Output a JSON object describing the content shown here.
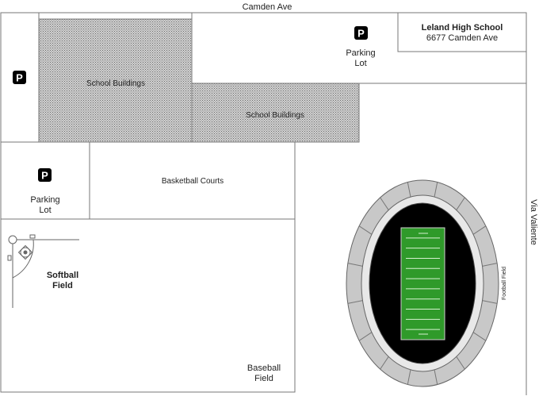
{
  "streets": {
    "north": "Camden Ave",
    "east": "Via Valiente"
  },
  "school": {
    "name": "Leland High School",
    "address": "6677 Camden Ave"
  },
  "areas": {
    "buildings_left": "School Buildings",
    "buildings_right": "School Buildings",
    "basketball": "Basketball Courts",
    "softball_line1": "Softball",
    "softball_line2": "Field",
    "baseball_line1": "Baseball",
    "baseball_line2": "Field",
    "football": "Football Field"
  },
  "parking": {
    "symbol": "P",
    "line1": "Parking",
    "line2": "Lot"
  },
  "colors": {
    "turf": "#2f9a2a",
    "track_gray": "#c8c8c8",
    "stadium_dark": "#000000",
    "building_hatch": "#8a8a8a"
  },
  "icons": [
    "parking-icon",
    "softball-diamond-icon"
  ]
}
